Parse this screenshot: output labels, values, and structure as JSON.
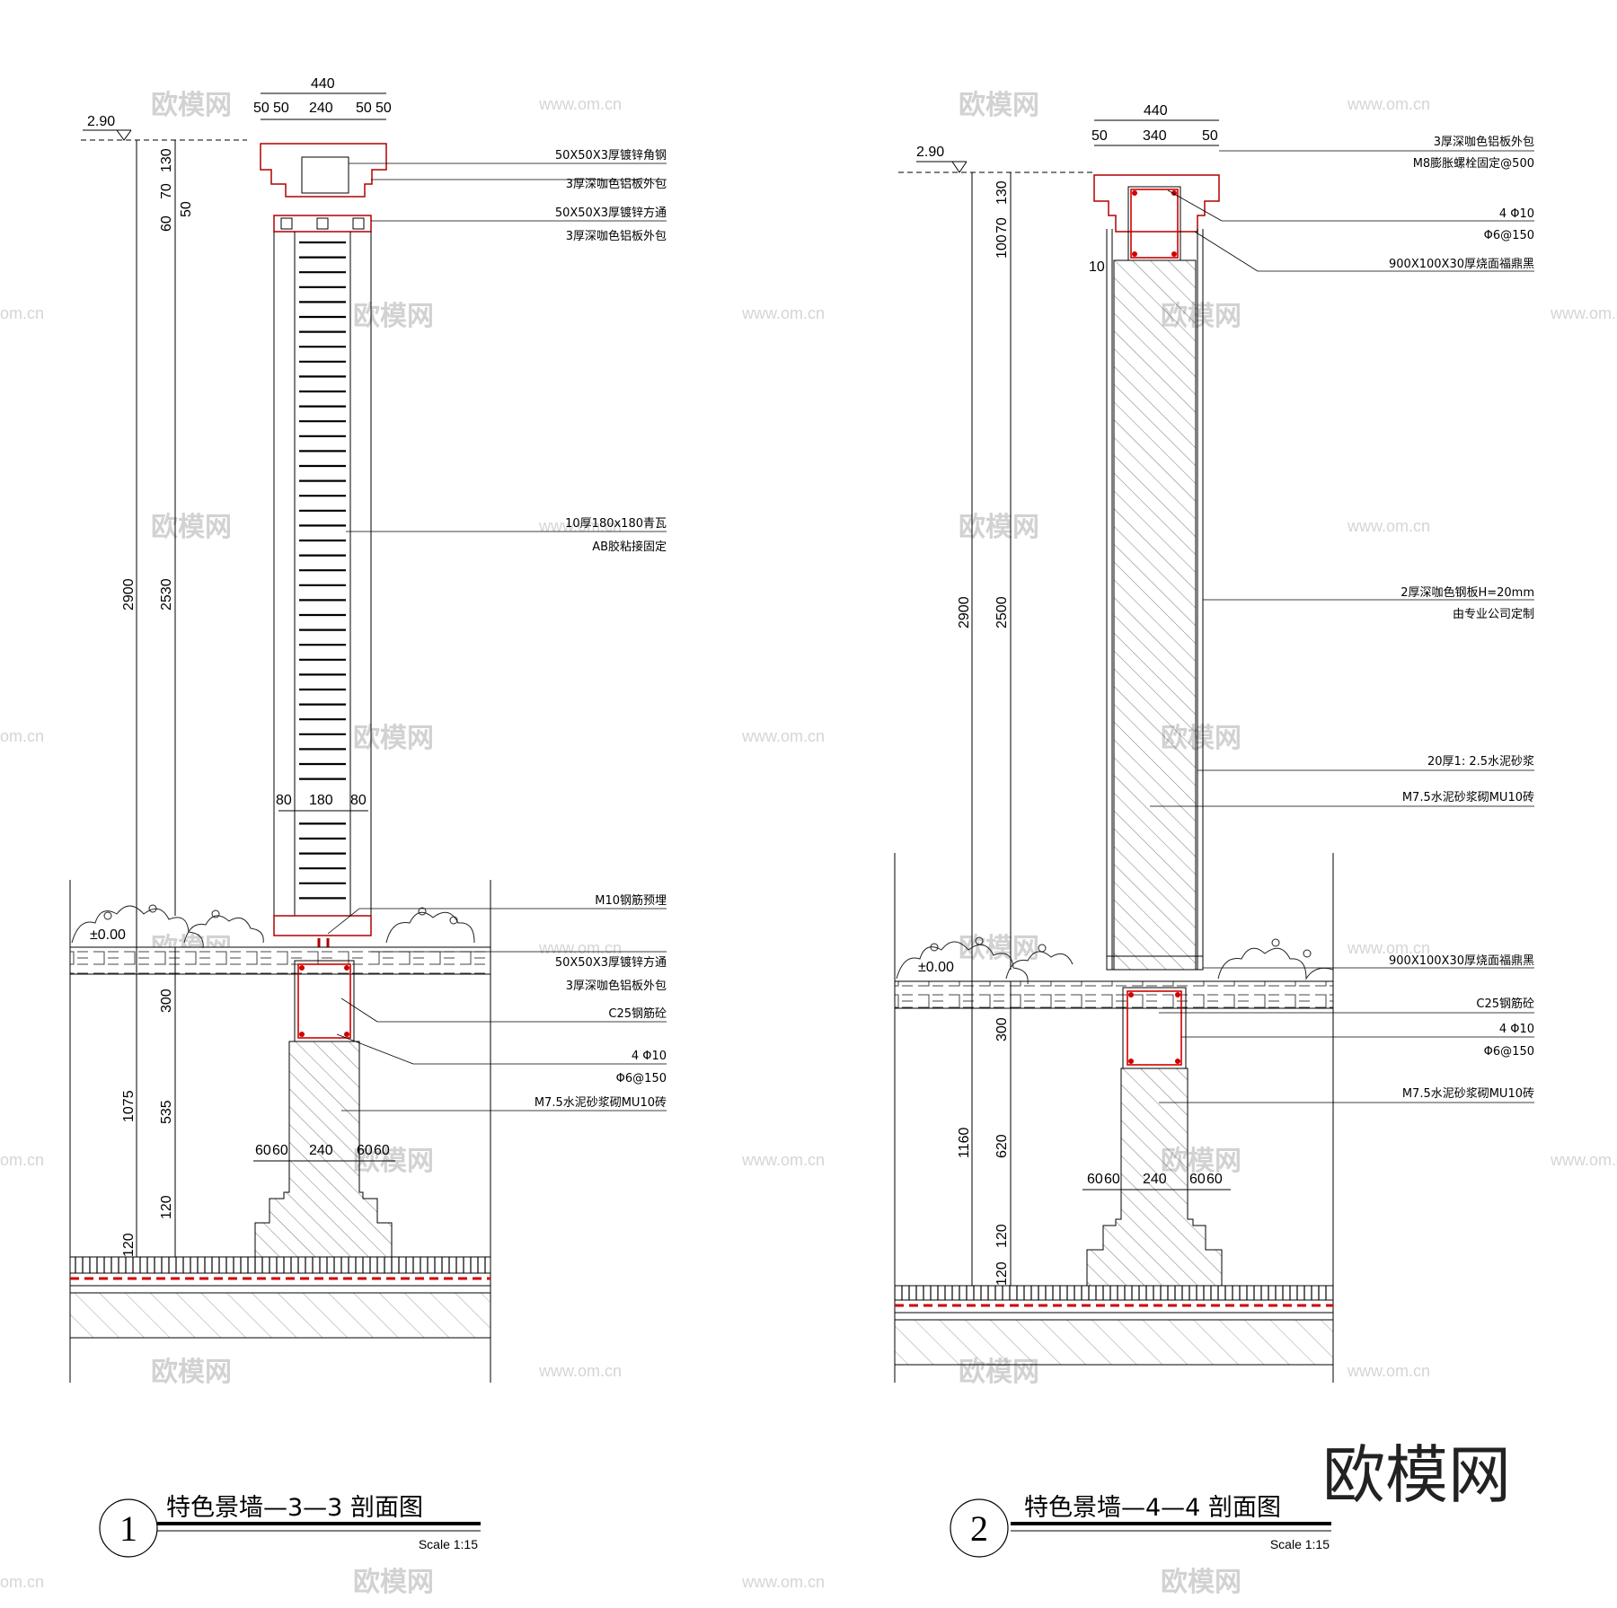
{
  "watermark": {
    "site": "www.om.cn",
    "site_edge": "om.cn",
    "brand": "欧模网"
  },
  "brand_logo": "欧模网",
  "left": {
    "index": "1",
    "title": "特色景墙—3—3 剖面图",
    "scale": "Scale 1:15",
    "level": "2.90",
    "ground": "±0.00",
    "dims": {
      "top_total": "440",
      "top_a": "50",
      "top_b": "50",
      "top_c": "240",
      "top_d": "50",
      "top_e": "50",
      "h_total": "2900",
      "h_130": "130",
      "h_70": "70",
      "h_50": "50",
      "h_60": "60",
      "h_2530": "2530",
      "mid_a": "80",
      "mid_b": "180",
      "mid_c": "80",
      "f_1075": "1075",
      "f_300": "300",
      "f_535": "535",
      "f_120a": "120",
      "f_120b": "120",
      "base_a": "60",
      "base_b": "60",
      "base_c": "240",
      "base_d": "60",
      "base_e": "60"
    },
    "notes": [
      "50X50X3厚镀锌角钢",
      "3厚深咖色铝板外包",
      "50X50X3厚镀锌方通",
      "3厚深咖色铝板外包",
      "10厚180x180青瓦",
      "AB胶粘接固定",
      "M10钢筋预埋",
      "50X50X3厚镀锌方通",
      "3厚深咖色铝板外包",
      "C25钢筋砼",
      "4 Φ10",
      "Φ6@150",
      "M7.5水泥砂浆砌MU10砖"
    ]
  },
  "right": {
    "index": "2",
    "title": "特色景墙—4—4 剖面图",
    "scale": "Scale 1:15",
    "level": "2.90",
    "ground": "±0.00",
    "dims": {
      "top_total": "440",
      "top_a": "50",
      "top_b": "340",
      "top_c": "50",
      "h_total": "2900",
      "h_130": "130",
      "h_70": "70",
      "h_100": "100",
      "h_10": "10",
      "h_2500": "2500",
      "f_1160": "1160",
      "f_300": "300",
      "f_620": "620",
      "f_120a": "120",
      "f_120b": "120",
      "base_a": "60",
      "base_b": "60",
      "base_c": "240",
      "base_d": "60",
      "base_e": "60"
    },
    "notes": [
      "3厚深咖色铝板外包",
      "M8膨胀螺栓固定@500",
      "4 Φ10",
      "Φ6@150",
      "900X100X30厚烧面福鼎黑",
      "2厚深咖色钢板H=20mm",
      "由专业公司定制",
      "20厚1: 2.5水泥砂浆",
      "M7.5水泥砂浆砌MU10砖",
      "900X100X30厚烧面福鼎黑",
      "C25钢筋砼",
      "4 Φ10",
      "Φ6@150",
      "M7.5水泥砂浆砌MU10砖"
    ]
  }
}
